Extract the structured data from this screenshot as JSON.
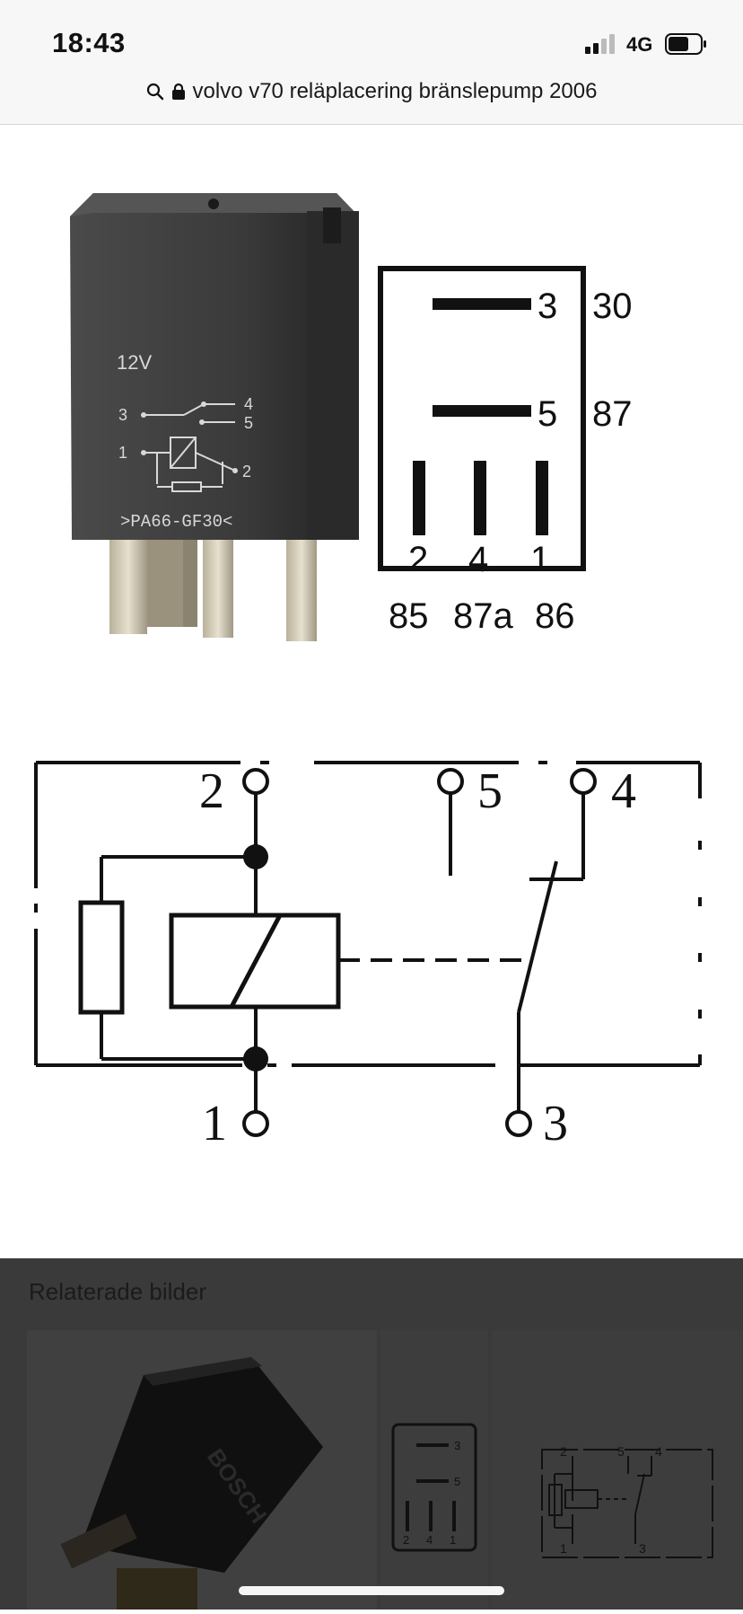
{
  "status_bar": {
    "time": "18:43",
    "network": "4G"
  },
  "address_bar": {
    "query": "volvo v70 reläplacering bränslepump 2006"
  },
  "relay": {
    "voltage": "12V",
    "material": ">PA66-GF30<",
    "symbol_pins": {
      "p3": "3",
      "p4": "4",
      "p5": "5",
      "p1": "1",
      "p2": "2"
    }
  },
  "pinout": {
    "inner_numbers": {
      "top": "3",
      "middle": "5",
      "bottom_left": "2",
      "bottom_mid": "4",
      "bottom_right": "1"
    },
    "outer_labels": {
      "top": "30",
      "middle": "87",
      "bottom_left": "85",
      "bottom_mid": "87a",
      "bottom_right": "86"
    }
  },
  "schematic": {
    "pin2": "2",
    "pin5": "5",
    "pin4": "4",
    "pin1": "1",
    "pin3": "3"
  },
  "related": {
    "title": "Relaterade bilder",
    "thumb_relay_brand": "BOSCH",
    "thumb_pins": {
      "top": "3",
      "middle": "5",
      "b1": "2",
      "b2": "4",
      "b3": "1"
    },
    "thumb_schem": {
      "p2": "2",
      "p5": "5",
      "p4": "4",
      "p1": "1",
      "p3": "3"
    }
  }
}
